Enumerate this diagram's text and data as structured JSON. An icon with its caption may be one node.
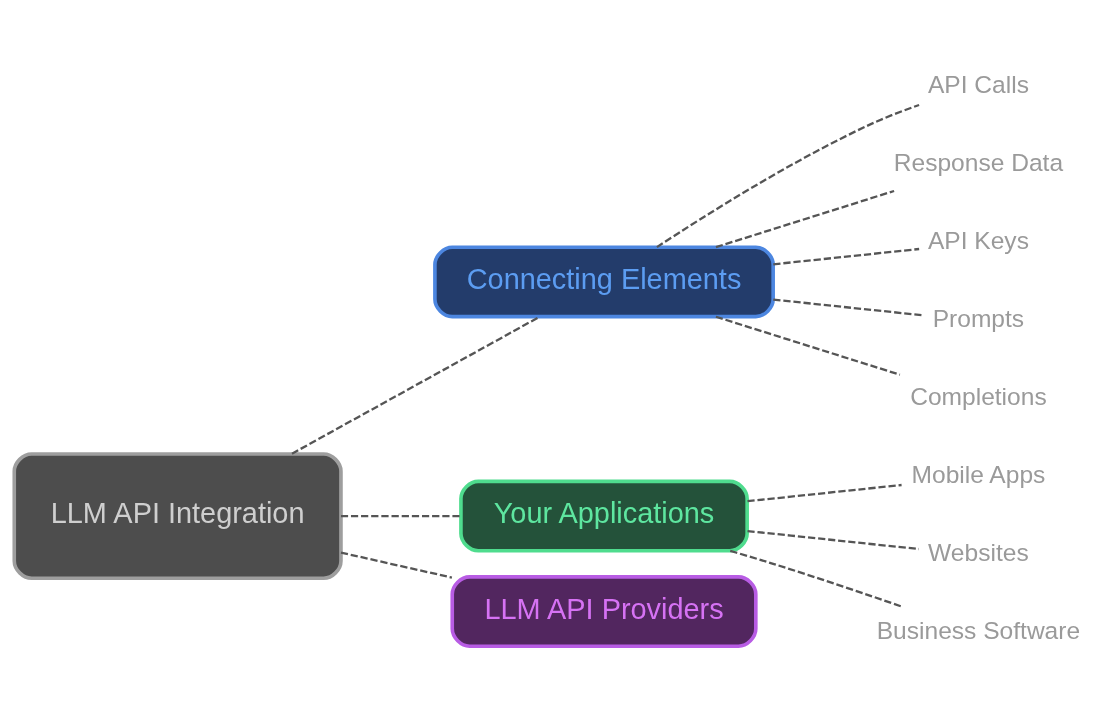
{
  "diagram": {
    "nodes": [
      {
        "text": [
          "LLM API Integration"
        ]
      },
      {
        "text": [
          "Connecting Elements"
        ]
      },
      {
        "text": [
          "API Calls"
        ]
      },
      {
        "text": [
          "Response Data"
        ]
      },
      {
        "text": [
          "API Keys"
        ]
      },
      {
        "text": [
          "Prompts"
        ]
      },
      {
        "text": [
          "Completions"
        ]
      },
      {
        "text": [
          "Your Applications"
        ]
      },
      {
        "text": [
          "Mobile Apps"
        ]
      },
      {
        "text": [
          "Websites"
        ]
      },
      {
        "text": [
          "Business Software"
        ]
      },
      {
        "text": [
          "LLM API Providers"
        ]
      }
    ],
    "edges": [
      {
        "from": 0,
        "to": 1,
        "arrow": "none",
        "style": "dashed"
      },
      {
        "from": 0,
        "to": 7,
        "arrow": "none",
        "style": "dashed"
      },
      {
        "from": 0,
        "to": 11,
        "arrow": "none",
        "style": "dashed"
      },
      {
        "from": 1,
        "to": 2,
        "arrow": "none",
        "style": "dashed"
      },
      {
        "from": 1,
        "to": 3,
        "arrow": "none",
        "style": "dashed"
      },
      {
        "from": 1,
        "to": 4,
        "arrow": "none",
        "style": "dashed"
      },
      {
        "from": 1,
        "to": 5,
        "arrow": "none",
        "style": "dashed"
      },
      {
        "from": 1,
        "to": 6,
        "arrow": "none",
        "style": "dashed"
      },
      {
        "from": 7,
        "to": 8,
        "arrow": "none",
        "style": "dashed"
      },
      {
        "from": 7,
        "to": 9,
        "arrow": "none",
        "style": "dashed"
      },
      {
        "from": 7,
        "to": 10,
        "arrow": "none",
        "style": "dashed"
      }
    ]
  }
}
